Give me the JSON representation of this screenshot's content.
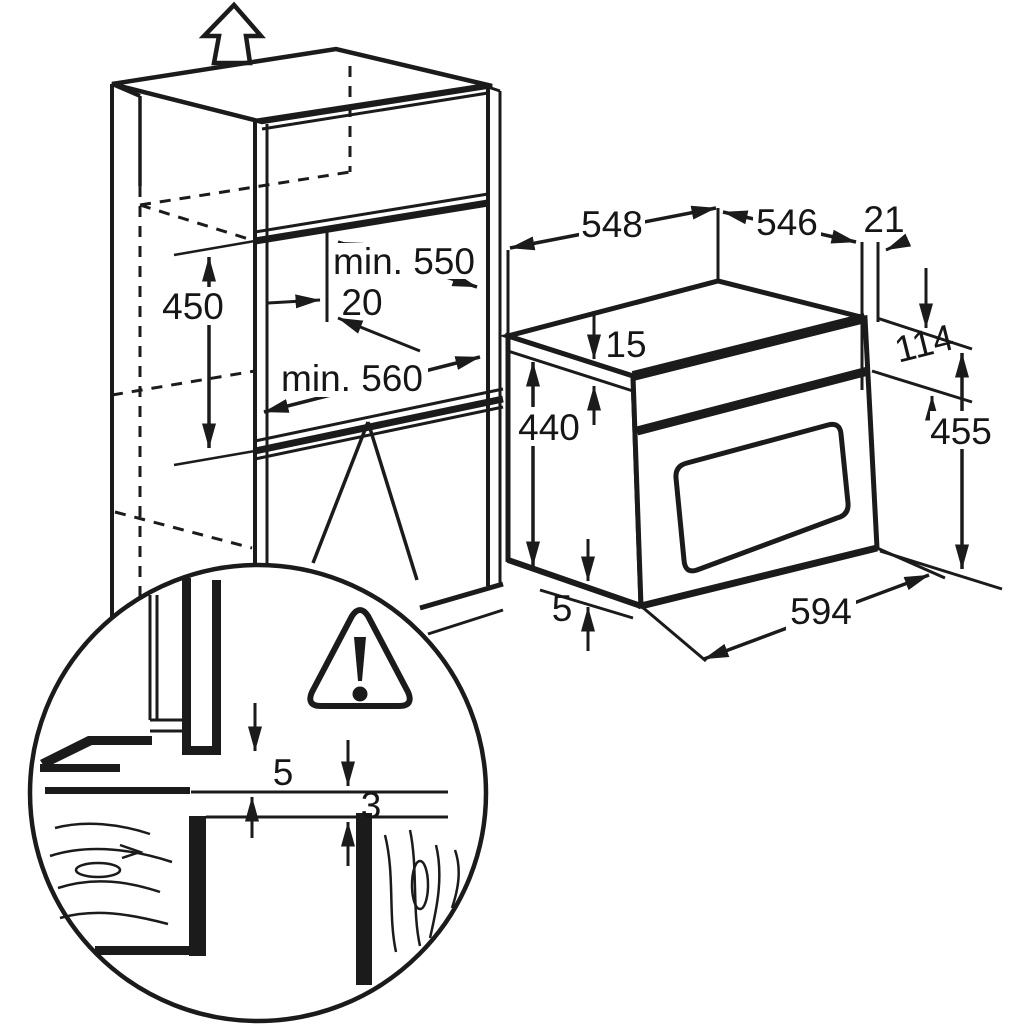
{
  "diagram": {
    "kind": "built-in oven installation drawing",
    "colors": {
      "line": "#1b1b1b",
      "background": "#ffffff"
    },
    "cabinet": {
      "niche_height": "450",
      "niche_depth_min": "min. 550",
      "rear_gap": "20",
      "niche_width_min": "min. 560"
    },
    "oven": {
      "top_edge_left": "548",
      "top_edge_right": "546",
      "rear_offset": "21",
      "control_panel_height": "114",
      "overall_height": "455",
      "top_recess": "15",
      "body_height": "440",
      "bottom_recess": "5",
      "front_width": "594"
    },
    "detail": {
      "front_gap": "5",
      "shelf_gap": "3"
    },
    "icons": {
      "up_arrow": "removal-direction-arrow",
      "warning": "exclamation-triangle"
    }
  }
}
